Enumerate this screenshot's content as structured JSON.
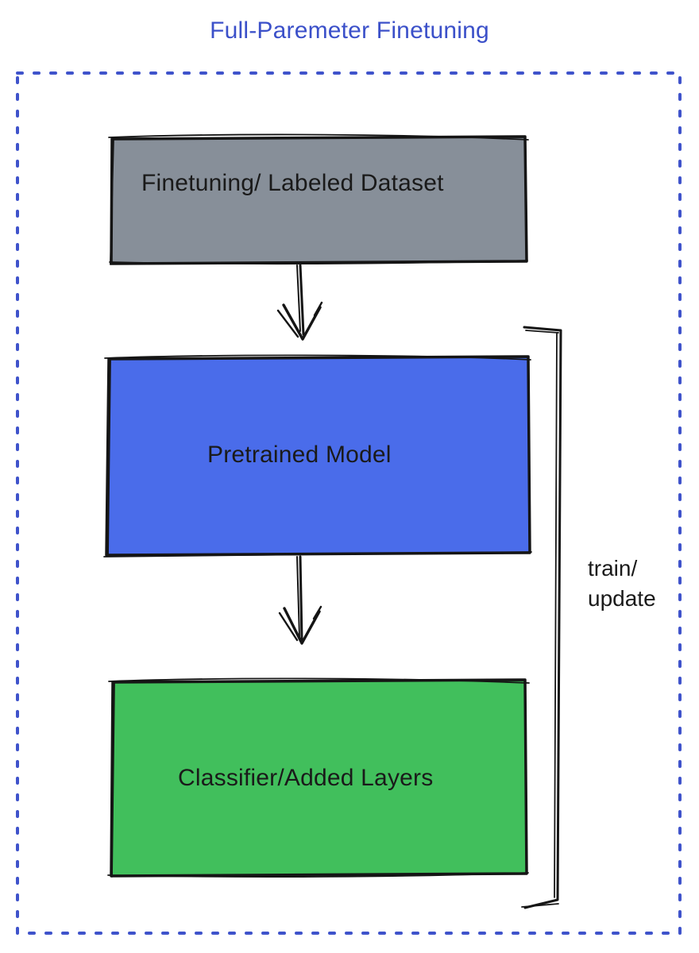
{
  "title": "Full-Paremeter Finetuning",
  "colors": {
    "title": "#3b50c9",
    "dotted_border": "#3f53cb",
    "dataset_box": "#878f99",
    "pretrained_box": "#4a6cea",
    "classifier_box": "#41bf5c",
    "sketch_stroke": "#151515",
    "text": "#1a1a1a"
  },
  "boxes": {
    "dataset": {
      "label": "Finetuning/ Labeled Dataset"
    },
    "pretrained": {
      "label": "Pretrained Model"
    },
    "classifier": {
      "label": "Classifier/Added Layers"
    }
  },
  "bracket": {
    "label": "train/\nupdate"
  }
}
